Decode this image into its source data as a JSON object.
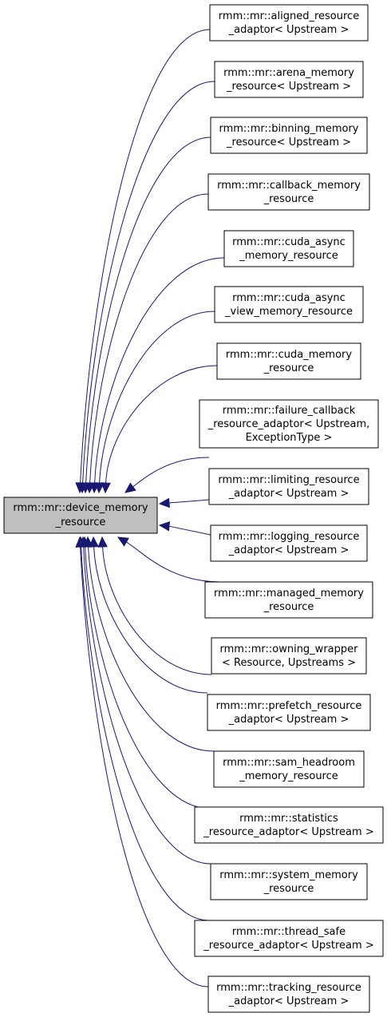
{
  "colors": {
    "edge": "#191970",
    "base_fill": "#bfbfbf",
    "node_fill": "#ffffff",
    "border": "#000000"
  },
  "base": {
    "lines": [
      "rmm::mr::device_memory",
      "_resource"
    ]
  },
  "derived": [
    {
      "name": "aligned-resource-adaptor",
      "lines": [
        "rmm::mr::aligned_resource",
        "_adaptor< Upstream >"
      ]
    },
    {
      "name": "arena-memory-resource",
      "lines": [
        "rmm::mr::arena_memory",
        "_resource< Upstream >"
      ]
    },
    {
      "name": "binning-memory-resource",
      "lines": [
        "rmm::mr::binning_memory",
        "_resource< Upstream >"
      ]
    },
    {
      "name": "callback-memory-resource",
      "lines": [
        "rmm::mr::callback_memory",
        "_resource"
      ]
    },
    {
      "name": "cuda-async-memory-resource",
      "lines": [
        "rmm::mr::cuda_async",
        "_memory_resource"
      ]
    },
    {
      "name": "cuda-async-view-memory-resource",
      "lines": [
        "rmm::mr::cuda_async",
        "_view_memory_resource"
      ]
    },
    {
      "name": "cuda-memory-resource",
      "lines": [
        "rmm::mr::cuda_memory",
        "_resource"
      ]
    },
    {
      "name": "failure-callback-resource-adaptor",
      "lines": [
        "rmm::mr::failure_callback",
        "_resource_adaptor< Upstream,",
        "ExceptionType >"
      ]
    },
    {
      "name": "limiting-resource-adaptor",
      "lines": [
        "rmm::mr::limiting_resource",
        "_adaptor< Upstream >"
      ]
    },
    {
      "name": "logging-resource-adaptor",
      "lines": [
        "rmm::mr::logging_resource",
        "_adaptor< Upstream >"
      ]
    },
    {
      "name": "managed-memory-resource",
      "lines": [
        "rmm::mr::managed_memory",
        "_resource"
      ]
    },
    {
      "name": "owning-wrapper",
      "lines": [
        "rmm::mr::owning_wrapper",
        "< Resource, Upstreams >"
      ]
    },
    {
      "name": "prefetch-resource-adaptor",
      "lines": [
        "rmm::mr::prefetch_resource",
        "_adaptor< Upstream >"
      ]
    },
    {
      "name": "sam-headroom-memory-resource",
      "lines": [
        "rmm::mr::sam_headroom",
        "_memory_resource"
      ]
    },
    {
      "name": "statistics-resource-adaptor",
      "lines": [
        "rmm::mr::statistics",
        "_resource_adaptor< Upstream >"
      ]
    },
    {
      "name": "system-memory-resource",
      "lines": [
        "rmm::mr::system_memory",
        "_resource"
      ]
    },
    {
      "name": "thread-safe-resource-adaptor",
      "lines": [
        "rmm::mr::thread_safe",
        "_resource_adaptor< Upstream >"
      ]
    },
    {
      "name": "tracking-resource-adaptor",
      "lines": [
        "rmm::mr::tracking_resource",
        "_adaptor< Upstream >"
      ]
    }
  ]
}
